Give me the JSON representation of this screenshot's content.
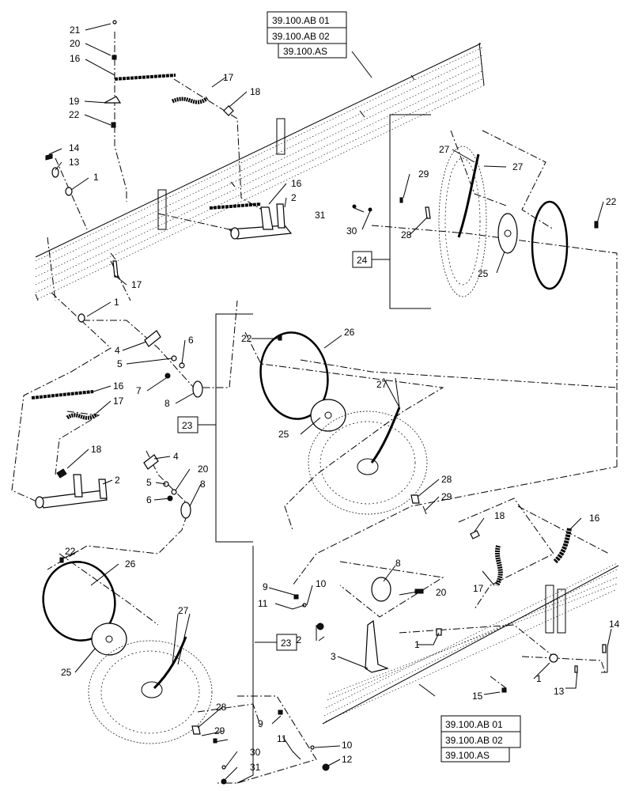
{
  "callouts": {
    "c21a": "21",
    "c20a": "20",
    "c16a": "16",
    "c19": "19",
    "c22a": "22",
    "c14a": "14",
    "c13a": "13",
    "c1a": "1",
    "c17a": "17",
    "c18a": "18",
    "c16b": "16",
    "c2a": "2",
    "c17b": "17",
    "c1b": "1",
    "c4a": "4",
    "c5a": "5",
    "c6a": "6",
    "c7": "7",
    "c8a": "8",
    "c16c": "16",
    "c17c": "17",
    "c18b": "18",
    "c2b": "2",
    "c4b": "4",
    "c5b": "5",
    "c6b": "6",
    "c20b": "20",
    "c8b": "8",
    "c22b": "22",
    "c26a": "26",
    "c27a": "27",
    "c25a": "25",
    "c28a": "28",
    "c29a": "29",
    "c27b": "27",
    "c27c": "27",
    "c29b": "29",
    "c31a": "31",
    "c30a": "30",
    "c28b": "28",
    "c22c": "22",
    "c25b": "25",
    "c18c": "18",
    "c16d": "16",
    "c17d": "17",
    "c8c": "8",
    "c20c": "20",
    "c9a": "9",
    "c10a": "10",
    "c11a": "11",
    "c12a": "12",
    "c3": "3",
    "c1c": "1",
    "c1d": "1",
    "c14b": "14",
    "c13b": "13",
    "c15": "15",
    "c22d": "22",
    "c26b": "26",
    "c27d": "27",
    "c25c": "25",
    "c28c": "28",
    "c29c": "29",
    "c9b": "9",
    "c10b": "10",
    "c11b": "11",
    "c12b": "12",
    "c30b": "30",
    "c31b": "31"
  },
  "assembly_refs": {
    "r24": "24",
    "r23a": "23",
    "r23b": "23"
  },
  "reference_boxes": {
    "top": [
      "39.100.AB 01",
      "39.100.AB 02",
      "39.100.AS"
    ],
    "bottom": [
      "39.100.AB 01",
      "39.100.AB 02",
      "39.100.AS"
    ]
  }
}
